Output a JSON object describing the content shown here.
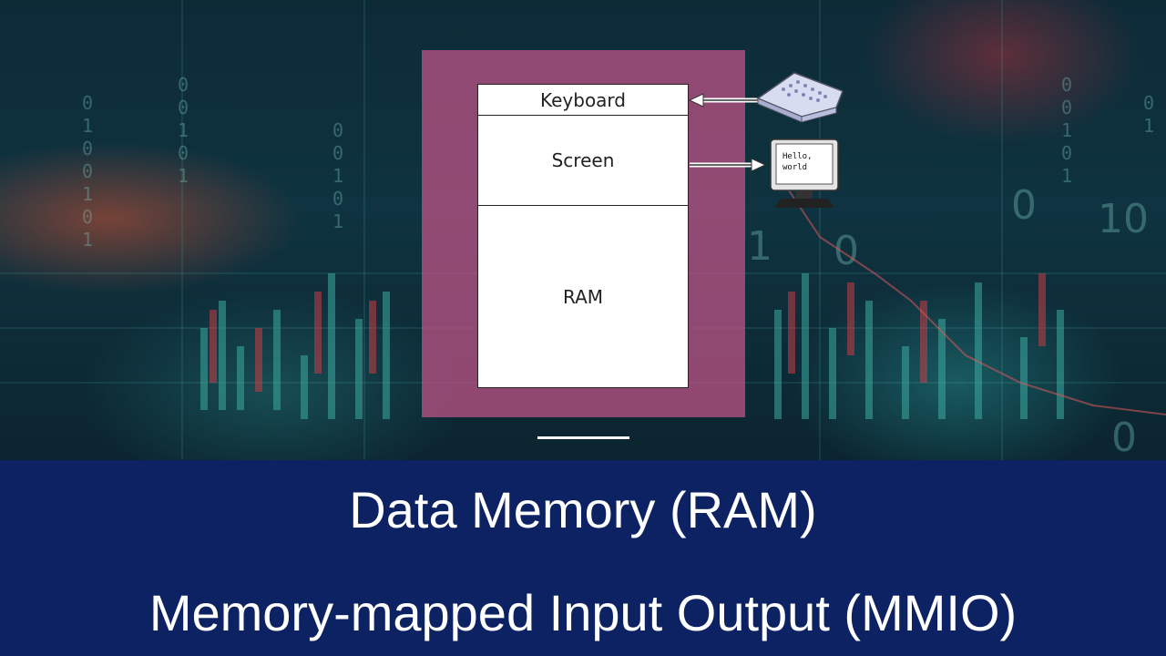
{
  "diagram": {
    "segments": {
      "keyboard": "Keyboard",
      "screen": "Screen",
      "ram": "RAM"
    },
    "monitor_text": {
      "line1": "Hello,",
      "line2": "world"
    }
  },
  "titles": {
    "line1": "Data Memory (RAM)",
    "line2": "Memory-mapped Input Output (MMIO)"
  },
  "colors": {
    "panel": "#c45488",
    "title_bar": "#0c2262",
    "text": "#ffffff"
  }
}
